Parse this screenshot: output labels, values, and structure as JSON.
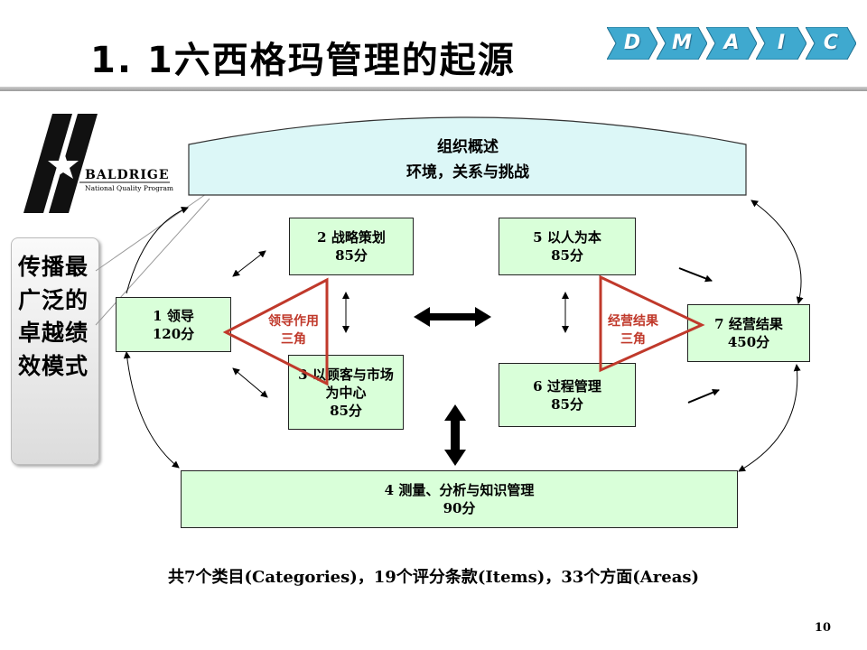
{
  "title": "1. 1六西格玛管理的起源",
  "dmaic": [
    "D",
    "M",
    "A",
    "I",
    "C"
  ],
  "logo": {
    "name": "BALDRIGE",
    "subtitle": "National Quality Program"
  },
  "side_label": "传播最广泛的卓越绩效模式",
  "environment": {
    "line1": "组织概述",
    "line2": "环境，关系与挑战"
  },
  "categories": [
    {
      "id": "c1",
      "name": "1 领导",
      "score": "120分"
    },
    {
      "id": "c2",
      "name": "2 战略策划",
      "score": "85分"
    },
    {
      "id": "c3",
      "name": "3 以顾客与市场为中心",
      "score": "85分"
    },
    {
      "id": "c4",
      "name": "4 测量、分析与知识管理",
      "score": "90分"
    },
    {
      "id": "c5",
      "name": "5 以人为本",
      "score": "85分"
    },
    {
      "id": "c6",
      "name": "6 过程管理",
      "score": "85分"
    },
    {
      "id": "c7",
      "name": "7 经营结果",
      "score": "450分"
    }
  ],
  "triangles": {
    "left": "领导作用三角",
    "right": "经营结果三角"
  },
  "colors": {
    "box_fill": "#d9ffd9",
    "env_fill": "#dcf7f7",
    "triangle": "#c0392b",
    "dmaic": "#3fa9cf"
  },
  "footer": "共7个类目(Categories)，19个评分条款(Items)，33个方面(Areas)",
  "page_number": "10"
}
